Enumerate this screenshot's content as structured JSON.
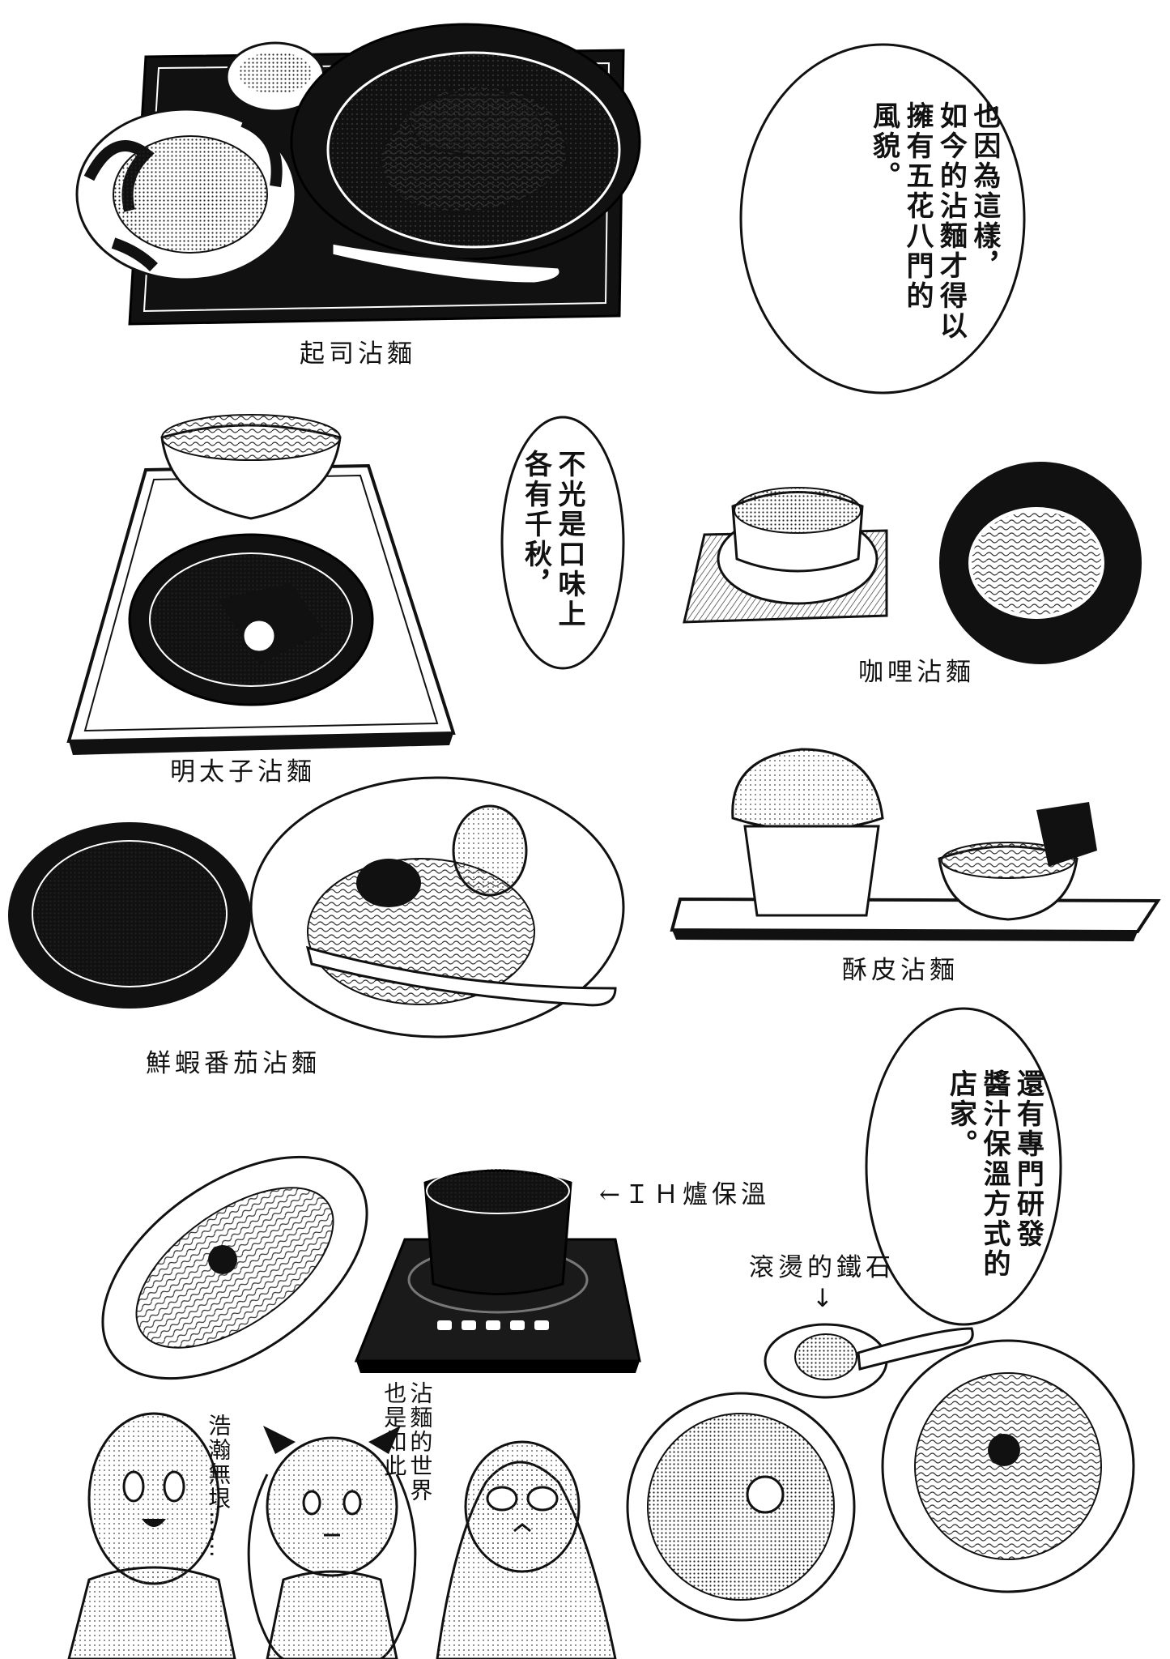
{
  "captions": {
    "cheese": "起司沾麵",
    "mentaiko": "明太子沾麵",
    "curry": "咖哩沾麵",
    "pastry": "酥皮沾麵",
    "shrimp_tomato": "鮮蝦番茄沾麵",
    "ih_keep_warm": "←ＩＨ爐保溫",
    "hot_stone": "滾燙的鐵石",
    "hot_stone_arrow": "↓"
  },
  "bubbles": {
    "top": {
      "lines": [
        "也因為這樣，",
        "如今的沾麵才得以",
        "擁有五花八門的",
        "風貌。"
      ]
    },
    "mid": {
      "lines": [
        "不光是口味上",
        "各有千秋，"
      ]
    },
    "bottom": {
      "lines": [
        "還有專門研發",
        "醬汁保溫方式的",
        "店家。"
      ]
    }
  },
  "characters": {
    "left": {
      "speech": "浩瀚無垠……"
    },
    "middle": {
      "speech_lines": [
        "沾麵的世界",
        "也是如此"
      ]
    }
  }
}
